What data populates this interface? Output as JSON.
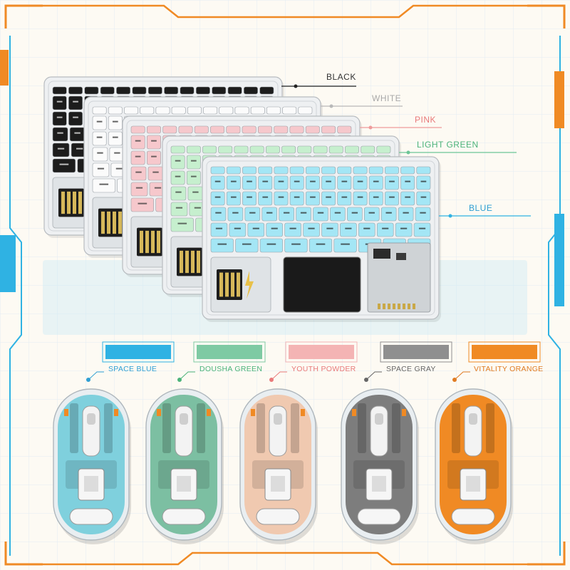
{
  "colors": {
    "frame_orange": "#f08a24",
    "frame_blue": "#2fb2e3",
    "background": "#fdfaf3",
    "grid": "#e2ecf3",
    "watermark": "#cfeaf6"
  },
  "keyboard_variants": [
    {
      "label": "BLACK",
      "color": "#333333",
      "line": "#222222",
      "key": "#1c1c1c",
      "keytext": "#ffffff"
    },
    {
      "label": "WHITE",
      "color": "#a8a8a8",
      "line": "#b8b8b8",
      "key": "#fbfbfb",
      "keytext": "#222222"
    },
    {
      "label": "PINK",
      "color": "#e97a7a",
      "line": "#ef9b9b",
      "key": "#f6c8cc",
      "keytext": "#333333"
    },
    {
      "label": "LIGHT GREEN",
      "color": "#4bb37a",
      "line": "#6cc596",
      "key": "#c6efce",
      "keytext": "#333333"
    },
    {
      "label": "BLUE",
      "color": "#2f9fd3",
      "line": "#2fb2e3",
      "key": "#a4e6f5",
      "keytext": "#222222"
    }
  ],
  "mouse_variants": [
    {
      "label": "SPACE BLUE",
      "color": "#2f9fd3",
      "swatch": "#2fb2e3",
      "body": "#7fd0dd"
    },
    {
      "label": "DOUSHA GREEN",
      "color": "#4bb37a",
      "swatch": "#7ecaa3",
      "body": "#7cbfa2"
    },
    {
      "label": "YOUTH POWDER",
      "color": "#e97a7a",
      "swatch": "#f4b4b4",
      "body": "#f0c9b0"
    },
    {
      "label": "SPACE GRAY",
      "color": "#666666",
      "swatch": "#8f8f8f",
      "body": "#7d7d7d"
    },
    {
      "label": "VITALITY ORANGE",
      "color": "#e07b22",
      "swatch": "#f08a24",
      "body": "#f08a24"
    }
  ]
}
